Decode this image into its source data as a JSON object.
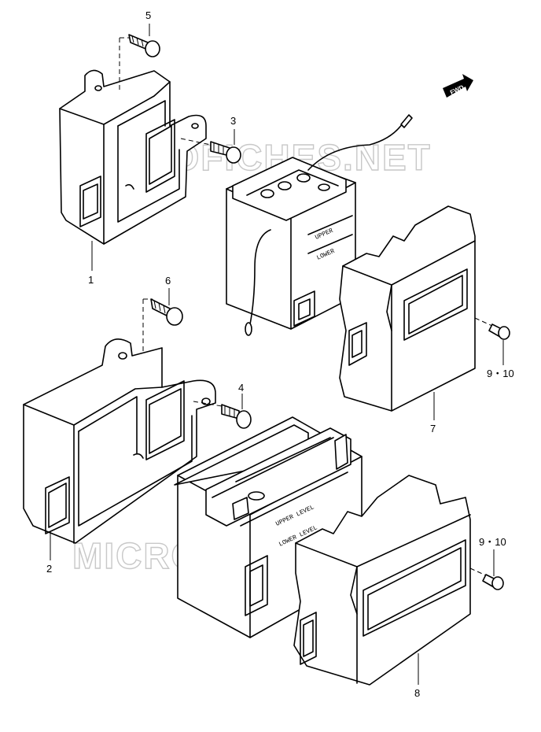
{
  "watermarks": [
    "MICROFICHES.NET",
    "MICROFICHES.NET"
  ],
  "fwd_badge": "FWD",
  "callouts": {
    "part_1": "1",
    "part_2": "2",
    "part_3": "3",
    "part_4": "4",
    "part_5": "5",
    "part_6": "6",
    "part_7": "7",
    "part_8": "8",
    "part_9_10_upper": "9・10",
    "part_9_10_lower": "9・10"
  },
  "battery_labels": {
    "upper_upper": "UPPER",
    "upper_lower": "LOWER",
    "lower_upper": "UPPER LEVEL",
    "lower_lower": "LOWER LEVEL"
  }
}
